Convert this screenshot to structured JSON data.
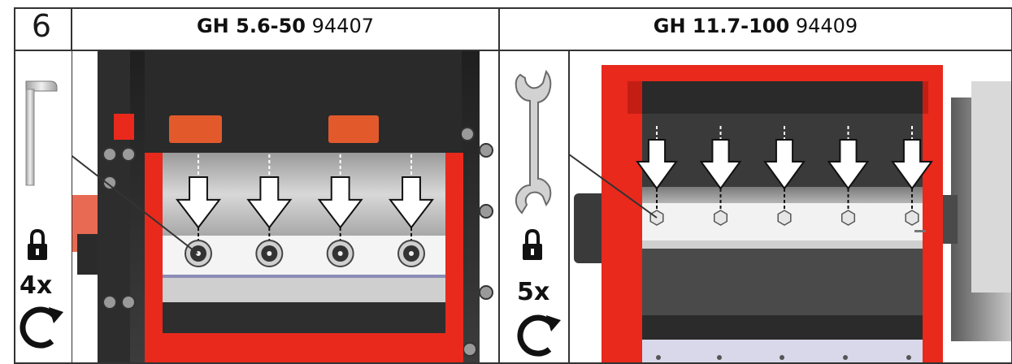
{
  "step_number": "6",
  "left_panel": {
    "model_bold": "GH 5.6-50",
    "part_number": "94407",
    "count": "4x",
    "tool": "allen-key-icon"
  },
  "right_panel": {
    "model_bold": "GH 11.7-100",
    "part_number": "94409",
    "count": "5x",
    "tool": "open-end-wrench-icon"
  },
  "colors": {
    "machine_red": "#e8291c",
    "machine_dark": "#2b2b2b",
    "blade_grey": "#bdbdbd",
    "grid_line": "#333333"
  }
}
